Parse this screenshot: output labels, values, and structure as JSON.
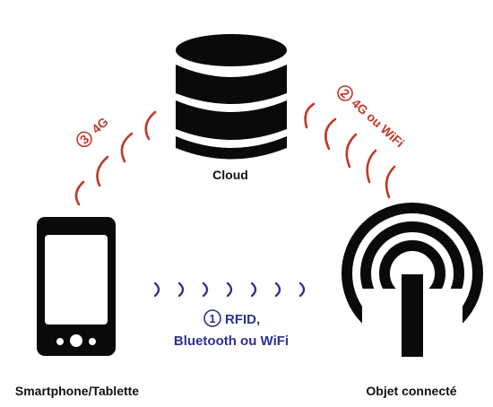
{
  "nodes": {
    "cloud": {
      "label": "Cloud"
    },
    "phone": {
      "label": "Smartphone/Tablette"
    },
    "object": {
      "label": "Objet connecté"
    }
  },
  "links": {
    "phone_object": {
      "number": "1",
      "line1": "RFID,",
      "line2": "Bluetooth ou WiFi"
    },
    "object_cloud": {
      "number": "2",
      "label": "4G ou WiFi"
    },
    "phone_cloud": {
      "number": "3",
      "label": "4G"
    }
  },
  "colors": {
    "red": "#c0392b",
    "blue": "#2e3192",
    "black": "#0a0a0a"
  },
  "icons": {
    "cloud": "database-icon",
    "phone": "smartphone-icon",
    "object": "antenna-icon"
  }
}
